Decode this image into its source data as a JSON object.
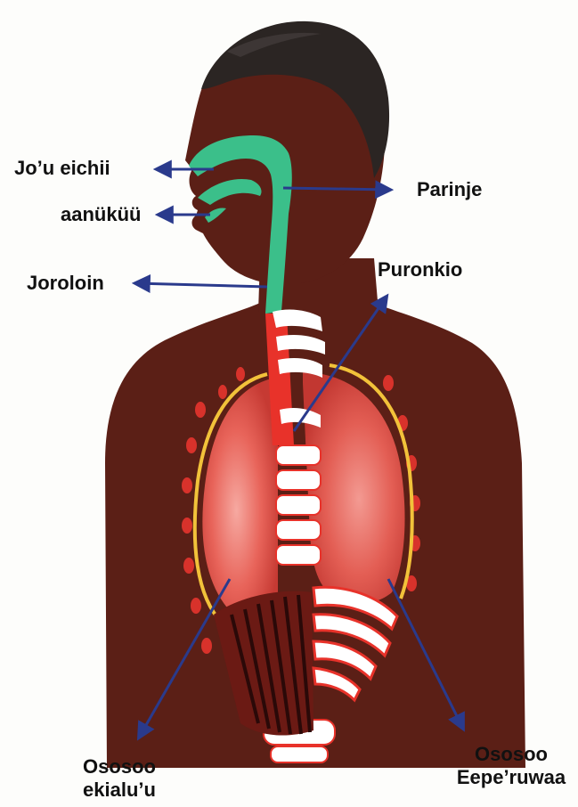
{
  "labels": {
    "nose_cavity": "Jo’u eichii",
    "parinje": "Parinje",
    "mouth": "aanüküü",
    "joroloin": "Joroloin",
    "puronkio": "Puronkio",
    "left_lung": [
      "Ososoo",
      "ekialu’u"
    ],
    "right_lung": [
      "Ososoo",
      "Eepe’ruwaa"
    ]
  },
  "colors": {
    "skin": "#5b1f16",
    "hair": "#2b2523",
    "airway": "#3bbf8a",
    "lung": "#e2574a",
    "trachea": "#e8322a",
    "arrow": "#2a3a8c"
  }
}
